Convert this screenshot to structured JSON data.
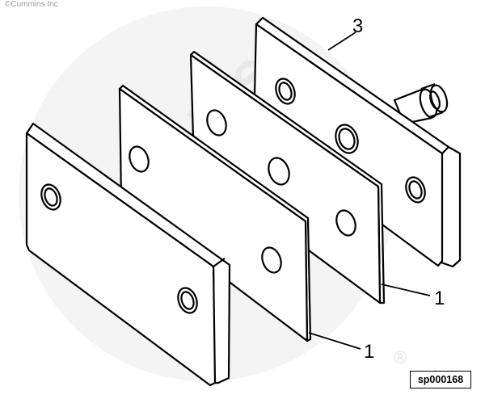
{
  "copyright": "©Cummins Inc",
  "watermark": "Cummins",
  "registered_mark": "®",
  "callouts": {
    "shim_a": "1",
    "shim_b": "1",
    "bracket": "3"
  },
  "part_code": "sp000168",
  "colors": {
    "line": "#000000",
    "plate_face": "#ffffff",
    "watermark": "#f0f0f0"
  }
}
